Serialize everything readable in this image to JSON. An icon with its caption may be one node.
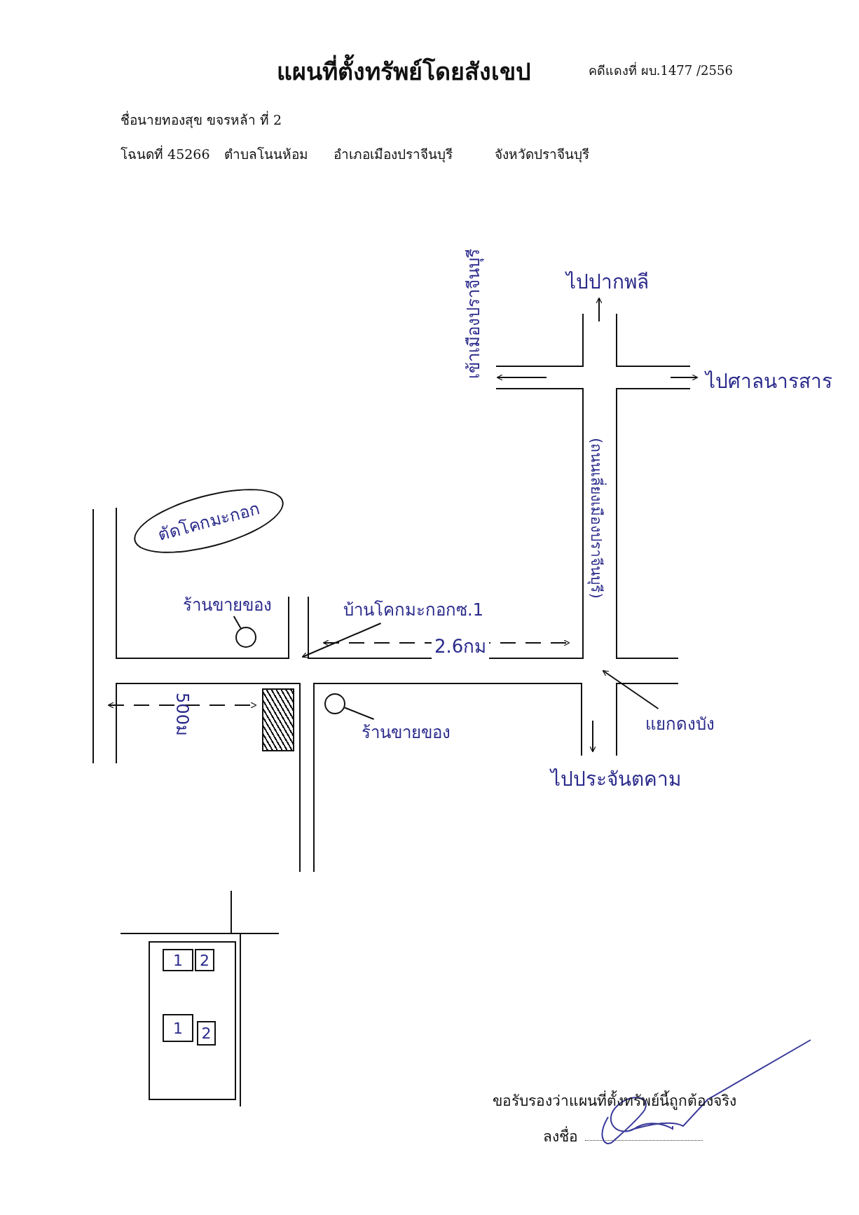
{
  "diagram": {
    "title": "แผนที่ตั้งทรัพย์โดยสังเขป",
    "nodes": [
      {
        "text": [
          "ตัดโคกมะกอก"
        ]
      },
      {
        "text": [
          "ร้านขายของ"
        ]
      },
      {
        "text": [],
        "shape": "circle"
      },
      {
        "text": [
          "บ้านโคกมะกอกซ.1"
        ]
      },
      {
        "text": [],
        "shape": "box"
      },
      {
        "text": [
          "ร้านขายของ"
        ]
      },
      {
        "text": [],
        "shape": "circle"
      },
      {
        "text": [
          "แยกดงบัง"
        ]
      },
      {
        "text": [],
        "shape": "box"
      },
      {
        "text": [
          "1"
        ],
        "in": 8
      },
      {
        "text": [
          "2"
        ],
        "in": 8
      },
      {
        "text": [
          "1"
        ],
        "in": 8
      },
      {
        "text": [
          "2"
        ],
        "in": 8
      }
    ],
    "edges": [
      {
        "from": 1,
        "to": 2,
        "arrow": "none"
      },
      {
        "from": 3,
        "to": null,
        "arrow": "to"
      },
      {
        "from": 5,
        "to": 6,
        "arrow": "none"
      },
      {
        "from": 7,
        "to": null,
        "arrow": "to"
      }
    ],
    "labels": [
      "คดีแดงที่ ผบ.1477 /2556",
      "ชื่อนายทองสุข ขจรหล้า ที่ 2",
      "โฉนดที่ 45266",
      "ตำบลโนนห้อม",
      "อำเภอเมืองปราจีนบุรี",
      "จังหวัดปราจีนบุรี",
      "เข้าเมืองปราจีนบุรี",
      "ไปปากพลี",
      "ไปศาลนารสาร",
      "(ถนนเลี่ยงเมืองปราจีนบุรี)",
      "2.6กม",
      "500ม",
      "ไปประจันตคาม",
      "ขอรับรองว่าแผนที่ตั้งทรัพย์นี้ถูกต้องจริง",
      "ลงชื่อ"
    ]
  }
}
